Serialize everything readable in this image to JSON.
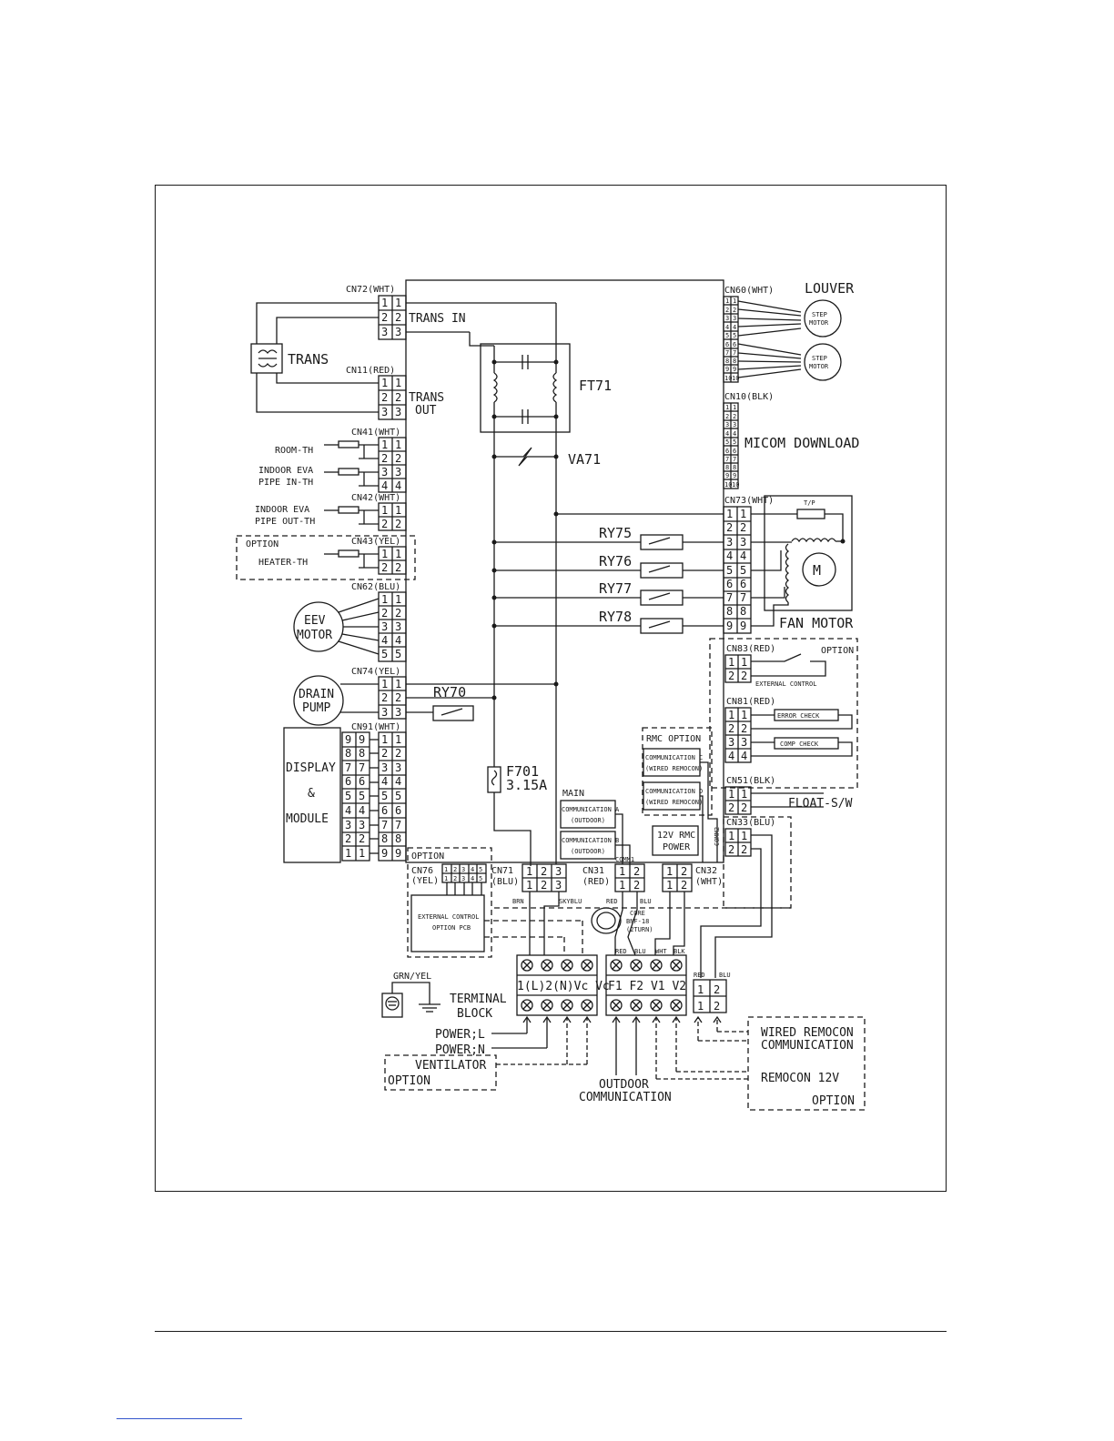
{
  "left_connectors": {
    "cn72": "CN72(WHT)",
    "cn11": "CN11(RED)",
    "cn41": "CN41(WHT)",
    "cn42": "CN42(WHT)",
    "cn43": "CN43(YEL)",
    "cn62": "CN62(BLU)",
    "cn74": "CN74(YEL)",
    "cn91": "CN91(WHT)"
  },
  "right_connectors": {
    "cn60": "CN60(WHT)",
    "cn10": "CN10(BLK)",
    "cn73": "CN73(WHT)",
    "cn83": "CN83(RED)",
    "cn81": "CN81(RED)",
    "cn51": "CN51(BLK)",
    "cn33": "CN33(BLU)"
  },
  "bottom_connectors": {
    "cn76": "CN76",
    "cn76_color": "(YEL)",
    "cn71": "CN71",
    "cn71_color": "(BLU)",
    "cn31": "CN31",
    "cn31_color": "(RED)",
    "cn32": "CN32",
    "cn32_color": "(WHT)"
  },
  "labels": {
    "trans_in": "TRANS IN",
    "trans": "TRANS",
    "trans_out_1": "TRANS",
    "trans_out_2": "OUT",
    "room_th": "ROOM-TH",
    "indoor_eva_1": "INDOOR EVA",
    "pipe_in_th": "PIPE IN-TH",
    "indoor_eva_2": "INDOOR EVA",
    "pipe_out_th": "PIPE OUT-TH",
    "option_heater": "OPTION",
    "heater_th": "HEATER-TH",
    "eev_motor_1": "EEV",
    "eev_motor_2": "MOTOR",
    "drain_pump_1": "DRAIN",
    "drain_pump_2": "PUMP",
    "display_1": "DISPLAY",
    "display_2": "&",
    "display_3": "MODULE",
    "ft71": "FT71",
    "va71": "VA71",
    "f701": "F701",
    "fuse_rating": "3.15A",
    "ry70": "RY70",
    "ry75": "RY75",
    "ry76": "RY76",
    "ry77": "RY77",
    "ry78": "RY78",
    "louver": "LOUVER",
    "step_motor_a": "STEP",
    "step_motor_b": "MOTOR",
    "micom_download": "MICOM DOWNLOAD",
    "tp": "T/P",
    "m": "M",
    "fan_motor": "FAN MOTOR",
    "option_cn83": "OPTION",
    "external_control": "EXTERNAL CONTROL",
    "error_check": "ERROR CHECK",
    "comp_check": "COMP CHECK",
    "float_sw": "FLOAT-S/W",
    "rmc_option": "RMC OPTION",
    "comm_c_1": "COMMUNICATION C",
    "comm_c_2": "(WIRED REMOCON)",
    "comm_d_1": "COMMUNICATION D",
    "comm_d_2": "(WIRED REMOCON)",
    "main": "MAIN",
    "comm_a_1": "COMMUNICATION A",
    "comm_a_2": "(OUTDOOR)",
    "comm_b_1": "COMMUNICATION B",
    "comm_b_2": "(OUTDOOR)",
    "comm1": "COMM1",
    "comm2": "COMM2",
    "rmc_power_1": "12V RMC",
    "rmc_power_2": "POWER",
    "option_cn76": "OPTION",
    "ext_ctrl_pcb_1": "EXTERNAL CONTROL",
    "ext_ctrl_pcb_2": "OPTION PCB",
    "brn": "BRN",
    "skyblu": "SKYBLU",
    "red_1": "RED",
    "blu_1": "BLU",
    "core_1": "CORE",
    "core_2": "BNF-18",
    "core_3": "(2TURN)",
    "red_2": "RED",
    "blu_2": "BLU",
    "wht": "WHT",
    "blk": "BLK",
    "red_3": "RED",
    "blu_3": "BLU",
    "grn_yel": "GRN/YEL",
    "terminal_1": "TERMINAL",
    "terminal_2": "BLOCK",
    "tb1_labels": "1(L)2(N)Vc Vc",
    "tb2_labels": "F1 F2 V1 V2",
    "power_l": "POWER;L",
    "power_n": "POWER;N",
    "ventilator": "VENTILATOR",
    "option_vent": "OPTION",
    "outdoor_1": "OUTDOOR",
    "outdoor_2": "COMMUNICATION",
    "wired_1": "WIRED REMOCON",
    "wired_2": "COMMUNICATION",
    "remocon_12v": "REMOCON 12V",
    "option_remocon": "OPTION"
  }
}
